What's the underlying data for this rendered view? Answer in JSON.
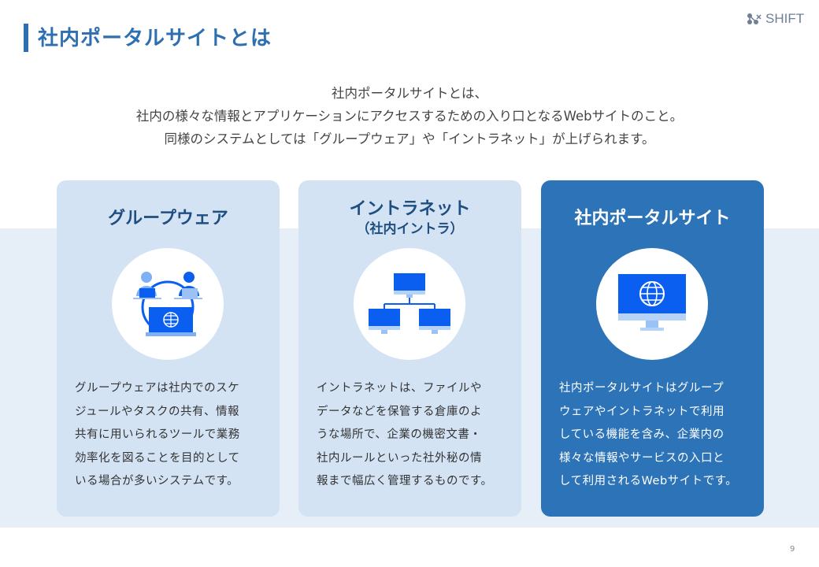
{
  "header": {
    "title": "社内ポータルサイトとは",
    "logo_text": "SHIFT"
  },
  "intro": {
    "lines": [
      "社内ポータルサイトとは、",
      "社内の様々な情報とアプリケーションにアクセスするための入り口となるWebサイトのこと。",
      "同様のシステムとしては「グループウェア」や「イントラネット」が上げられます。"
    ]
  },
  "cards": [
    {
      "title": "グループウェア",
      "icon": "groupware-icon",
      "body": [
        "グループウェアは社内でのスケ",
        "ジュールやタスクの共有、情報",
        "共有に用いられるツールで業務",
        "効率化を図ることを目的として",
        "いる場合が多いシステムです。"
      ]
    },
    {
      "title": "イントラネット",
      "subtitle": "（社内イントラ）",
      "icon": "network-icon",
      "body": [
        "イントラネットは、ファイルや",
        "データなどを保管する倉庫のよ",
        "うな場所で、企業の機密文書・",
        "社内ルールといった社外秘の情",
        "報まで幅広く管理するものです。"
      ]
    },
    {
      "title": "社内ポータルサイト",
      "icon": "web-monitor-icon",
      "body": [
        "社内ポータルサイトはグループ",
        "ウェアやイントラネットで利用",
        "している機能を含み、企業内の",
        "様々な情報やサービスの入口と",
        "して利用されるWebサイトです。"
      ]
    }
  ],
  "page_number": "9",
  "colors": {
    "accent": "#2e6fb0",
    "card": "#d3e3f4",
    "card_dark": "#2d73b8",
    "icon_blue": "#0a5ef0"
  }
}
